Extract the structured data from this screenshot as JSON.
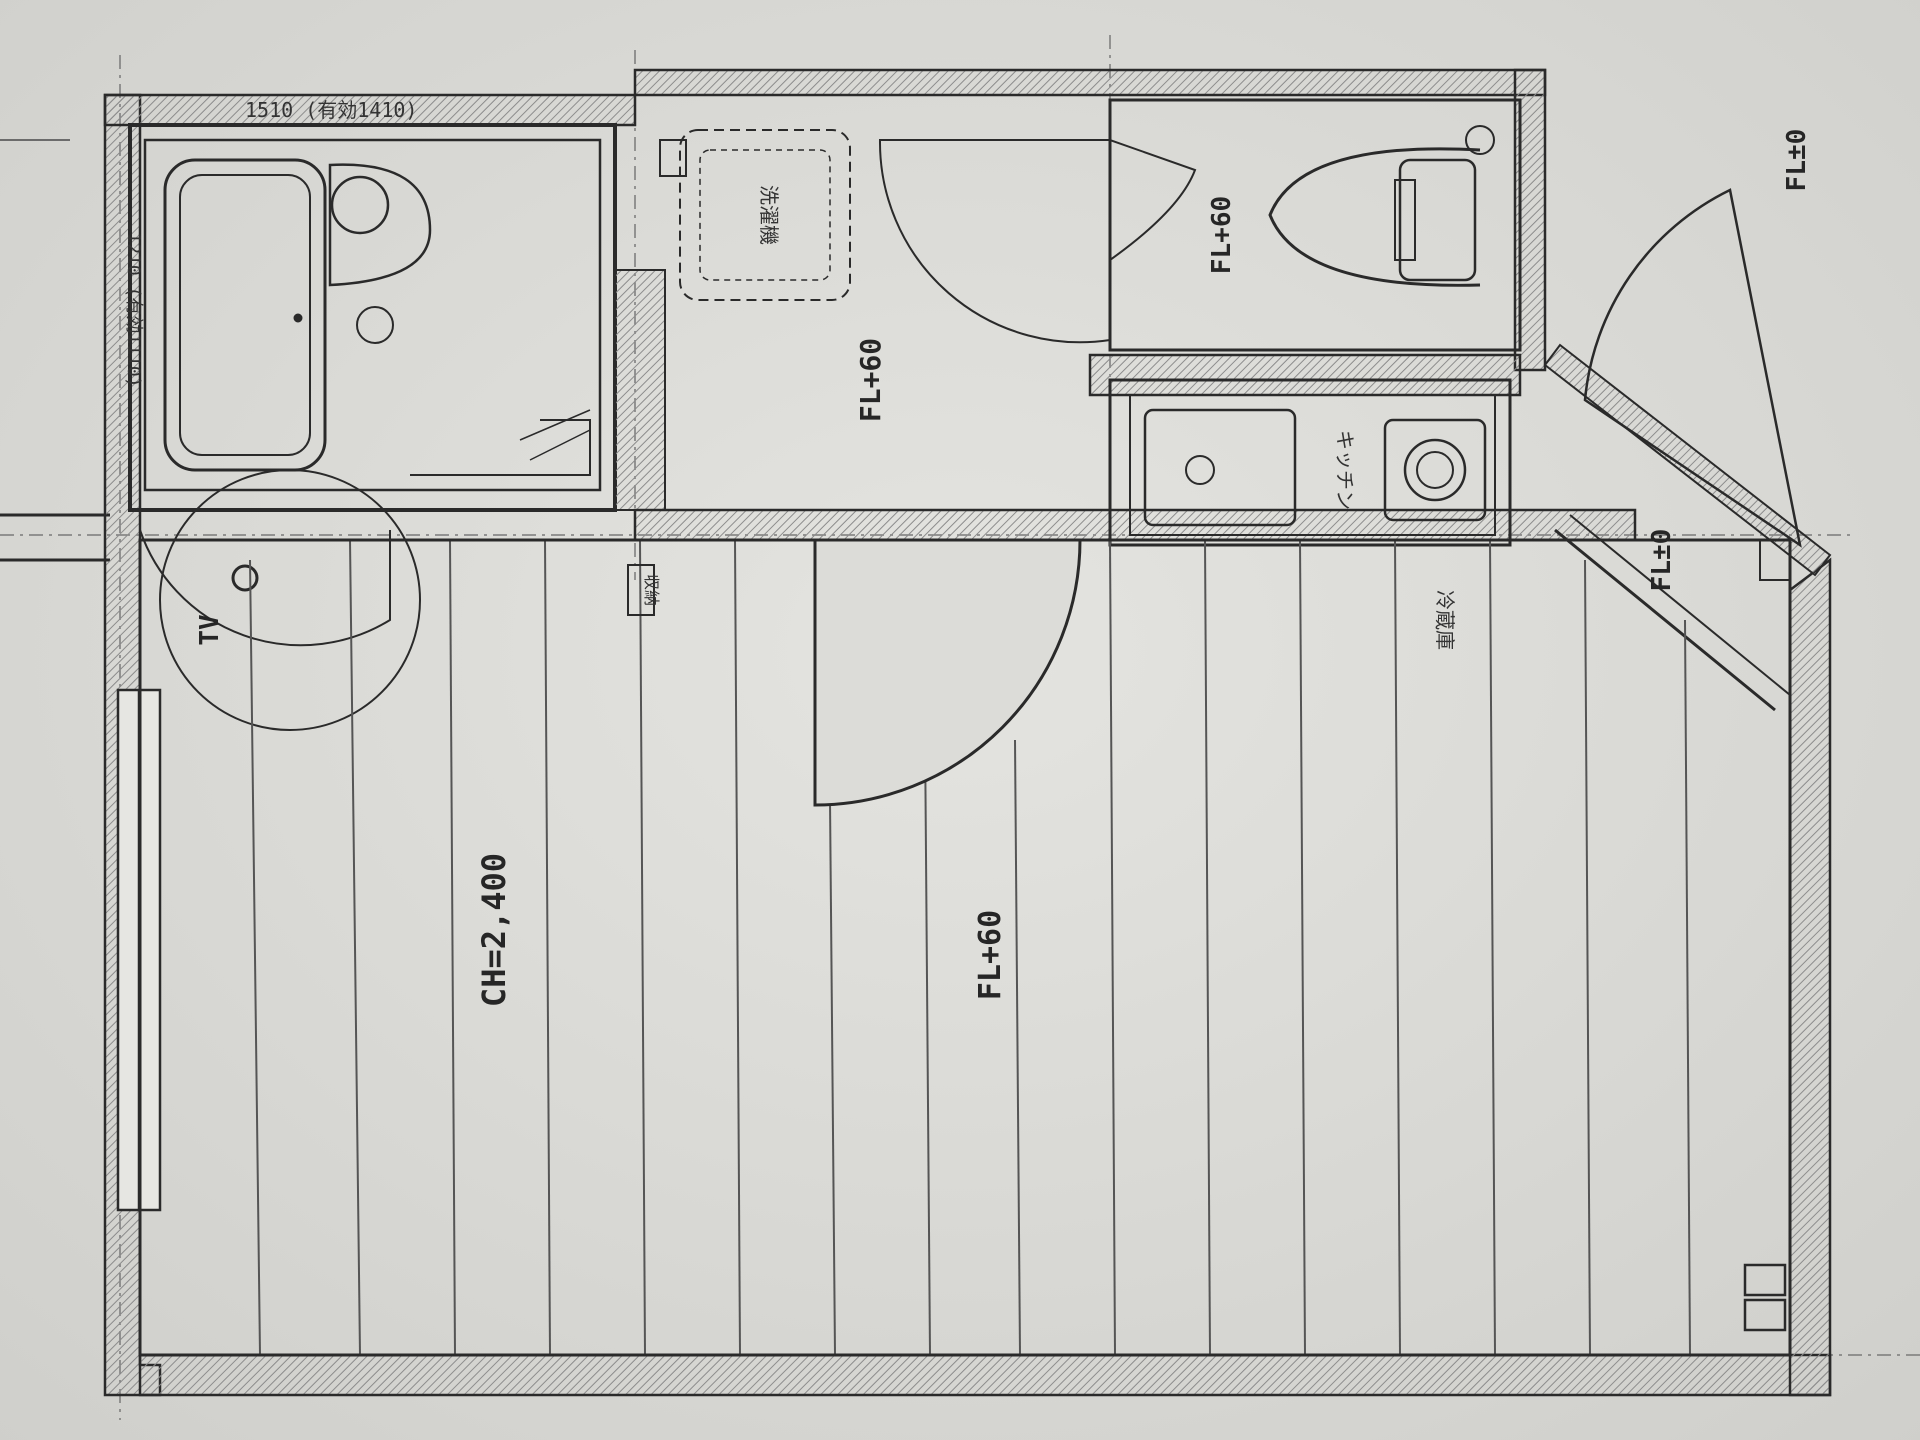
{
  "labels": {
    "ceiling_height": "CH=2,400",
    "room_floor_level": "FL+60",
    "hall_floor_level": "FL+60",
    "toilet_floor_level": "FL+60",
    "entrance_floor_level": "FL±0",
    "outside_floor_level": "FL±0",
    "tv_outlet": "TV",
    "top_dimension": "1510 (有効1410)",
    "side_dimension": "1210 (有効1110)",
    "kitchen_label": "キッチン",
    "fridge_space": "冷蔵庫",
    "closet_tag": "収納",
    "washer_space": "洗濯機"
  },
  "colors": {
    "paper": "#dcdcd8",
    "ink": "#2a2a2a",
    "faint_ink": "#6b6b6b",
    "hatch": "#9a9a9a"
  }
}
